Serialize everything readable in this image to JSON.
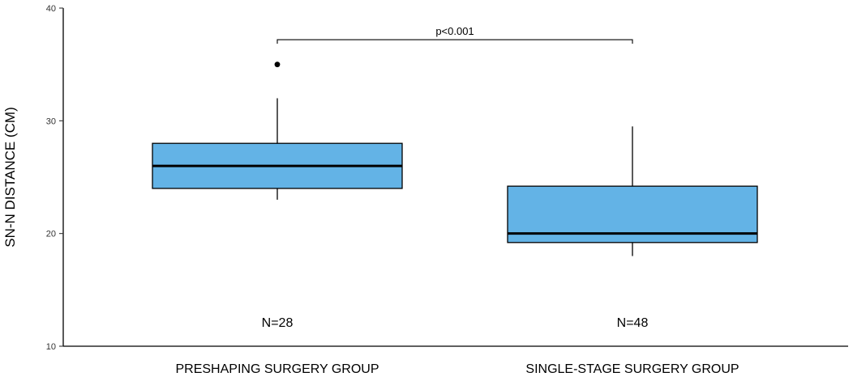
{
  "chart_data": {
    "type": "boxplot",
    "ylabel": "SN-N DISTANCE (CM)",
    "ylim": [
      10,
      40
    ],
    "yticks": [
      10,
      20,
      30,
      40
    ],
    "grid": false,
    "box_color": "#63b3e6",
    "categories": [
      "PRESHAPING SURGERY GROUP",
      "SINGLE-STAGE SURGERY GROUP"
    ],
    "groups": [
      {
        "category": "PRESHAPING SURGERY GROUP",
        "n_label": "N=28",
        "whisker_low": 23,
        "q1": 24,
        "median": 26,
        "q3": 28,
        "whisker_high": 32,
        "outliers": [
          35
        ]
      },
      {
        "category": "SINGLE-STAGE SURGERY GROUP",
        "n_label": "N=48",
        "whisker_low": 18,
        "q1": 19.2,
        "median": 20,
        "q3": 24.2,
        "whisker_high": 29.5,
        "outliers": []
      }
    ],
    "annotations": [
      {
        "text": "p<0.001",
        "type": "significance-bracket",
        "between": [
          "PRESHAPING SURGERY GROUP",
          "SINGLE-STAGE SURGERY GROUP"
        ],
        "y": 37.2
      }
    ]
  }
}
